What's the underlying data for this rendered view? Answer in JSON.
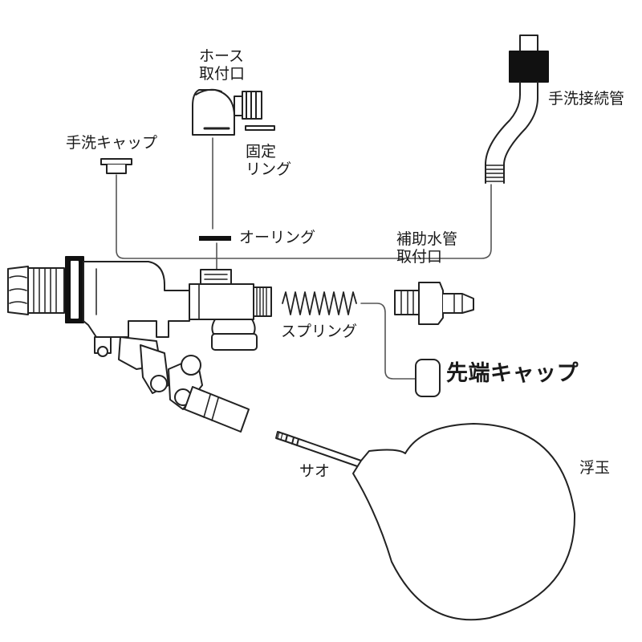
{
  "labels": {
    "hose_mount": [
      "ホース",
      "取付口"
    ],
    "fixing_ring": [
      "固定",
      "リング"
    ],
    "handwash_cap": "手洗キャップ",
    "handwash_pipe": "手洗接続管",
    "o_ring": "オーリング",
    "aux_pipe_mount": [
      "補助水管",
      "取付口"
    ],
    "spring": "スプリング",
    "tip_cap": "先端キャップ",
    "rod": "サオ",
    "float": "浮玉"
  }
}
